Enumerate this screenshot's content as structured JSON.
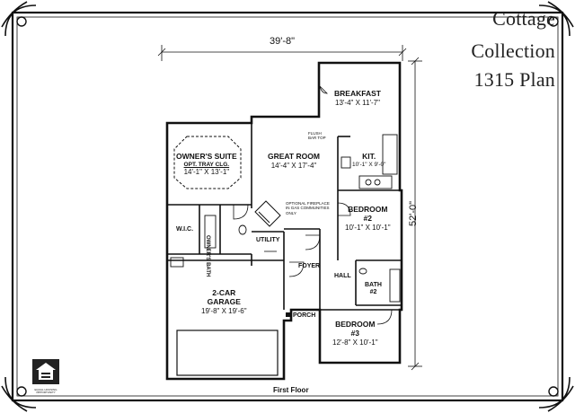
{
  "title": {
    "line1": "Cottage",
    "line2": "Collection",
    "line3": "1315 Plan"
  },
  "dimensions": {
    "width": "39'-8\"",
    "depth": "52'-0\""
  },
  "rooms": {
    "breakfast": {
      "name": "BREAKFAST",
      "size": "13'-4\" X 11'-7\""
    },
    "kitchen": {
      "name": "KIT.",
      "size": "10'-1\" X 9'-0\""
    },
    "flush_bar": {
      "line1": "FLUSH",
      "line2": "BAR TOP"
    },
    "owners_suite": {
      "name": "OWNER'S SUITE",
      "note": "OPT. TRAY CLG.",
      "size": "14'-1\" X 13'-1\""
    },
    "great_room": {
      "name": "GREAT ROOM",
      "size": "14'-4\" X 17'-4\""
    },
    "fireplace_note": {
      "line1": "OPTIONAL FIREPLACE",
      "line2": "IN GAS COMMUNITIES",
      "line3": "ONLY"
    },
    "bedroom2": {
      "name": "BEDROOM",
      "num": "#2",
      "size": "10'-1\" X 10'-1\""
    },
    "wic": {
      "name": "W.I.C."
    },
    "owners_bath": {
      "name": "OWNER'S BATH"
    },
    "utility": {
      "name": "UTILITY"
    },
    "foyer": {
      "name": "FOYER"
    },
    "hall": {
      "name": "HALL"
    },
    "bath2": {
      "name": "BATH",
      "num": "#2"
    },
    "garage": {
      "name": "2-CAR",
      "name2": "GARAGE",
      "size": "19'-8\" X 19'-6\""
    },
    "porch": {
      "name": "PORCH"
    },
    "bedroom3": {
      "name": "BEDROOM",
      "num": "#3",
      "size": "12'-8\" X 10'-1\""
    }
  },
  "caption": "First Floor",
  "logo": {
    "text": "EQUAL HOUSING OPPORTUNITY"
  }
}
